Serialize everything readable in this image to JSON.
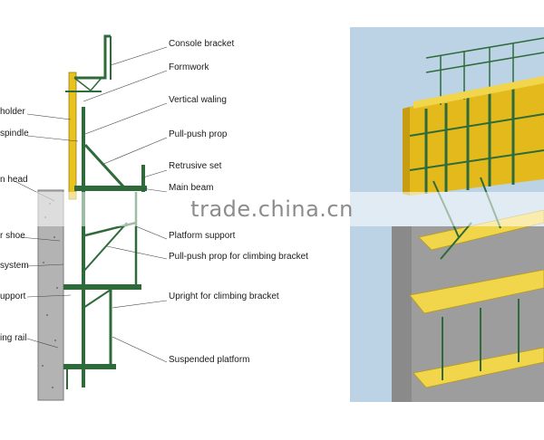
{
  "left_labels": [
    {
      "id": "holder",
      "text": "holder"
    },
    {
      "id": "spindle",
      "text": "spindle"
    },
    {
      "id": "head",
      "text": "n head"
    },
    {
      "id": "shoe",
      "text": "r shoe"
    },
    {
      "id": "system",
      "text": "system"
    },
    {
      "id": "support",
      "text": "upport"
    },
    {
      "id": "rail",
      "text": "ing rail"
    }
  ],
  "right_labels": [
    {
      "id": "console_bracket",
      "text": "Console bracket"
    },
    {
      "id": "formwork",
      "text": "Formwork"
    },
    {
      "id": "vertical_waling",
      "text": "Vertical waling"
    },
    {
      "id": "pull_push_prop",
      "text": "Pull-push prop"
    },
    {
      "id": "retrusive_set",
      "text": "Retrusive set"
    },
    {
      "id": "main_beam",
      "text": "Main beam"
    },
    {
      "id": "platform_support",
      "text": "Platform support"
    },
    {
      "id": "pull_push_prop_climbing",
      "text": "Pull-push prop for climbing bracket"
    },
    {
      "id": "upright_climbing",
      "text": "Upright for climbing bracket"
    },
    {
      "id": "suspended_platform",
      "text": "Suspended platform"
    }
  ],
  "watermark": "trade.china.cn",
  "colors": {
    "steel_green": "#2f6b3a",
    "formwork_yellow": "#e8c21e",
    "plank_yellow": "#f1d54a",
    "wall_gray": "#a9a9a9",
    "sky_blue": "#bcd3e6"
  }
}
